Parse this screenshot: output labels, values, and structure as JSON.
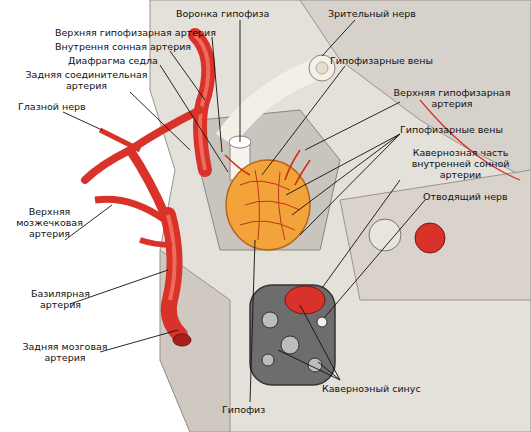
{
  "diagram": {
    "labels": [
      "Воронка гипофиза",
      "Зрительный нерв",
      "Верхняя гипофизарная артерия",
      "Внутрення сонная артерия",
      "Диафрагма седла",
      "Задняя соединительная артерия",
      "Гипофизарные вены",
      "Глазной нерв",
      "Верхняя гипофизарная артерия",
      "Гипофизарные вены",
      "Кавернозная часть внутренней сонной артерии",
      "Отводящий нерв",
      "Верхняя мозжечковая артерия",
      "Базилярная артерия",
      "Задняя мозговая артерия",
      "Каверноэный синус",
      "Гипофиз"
    ]
  }
}
